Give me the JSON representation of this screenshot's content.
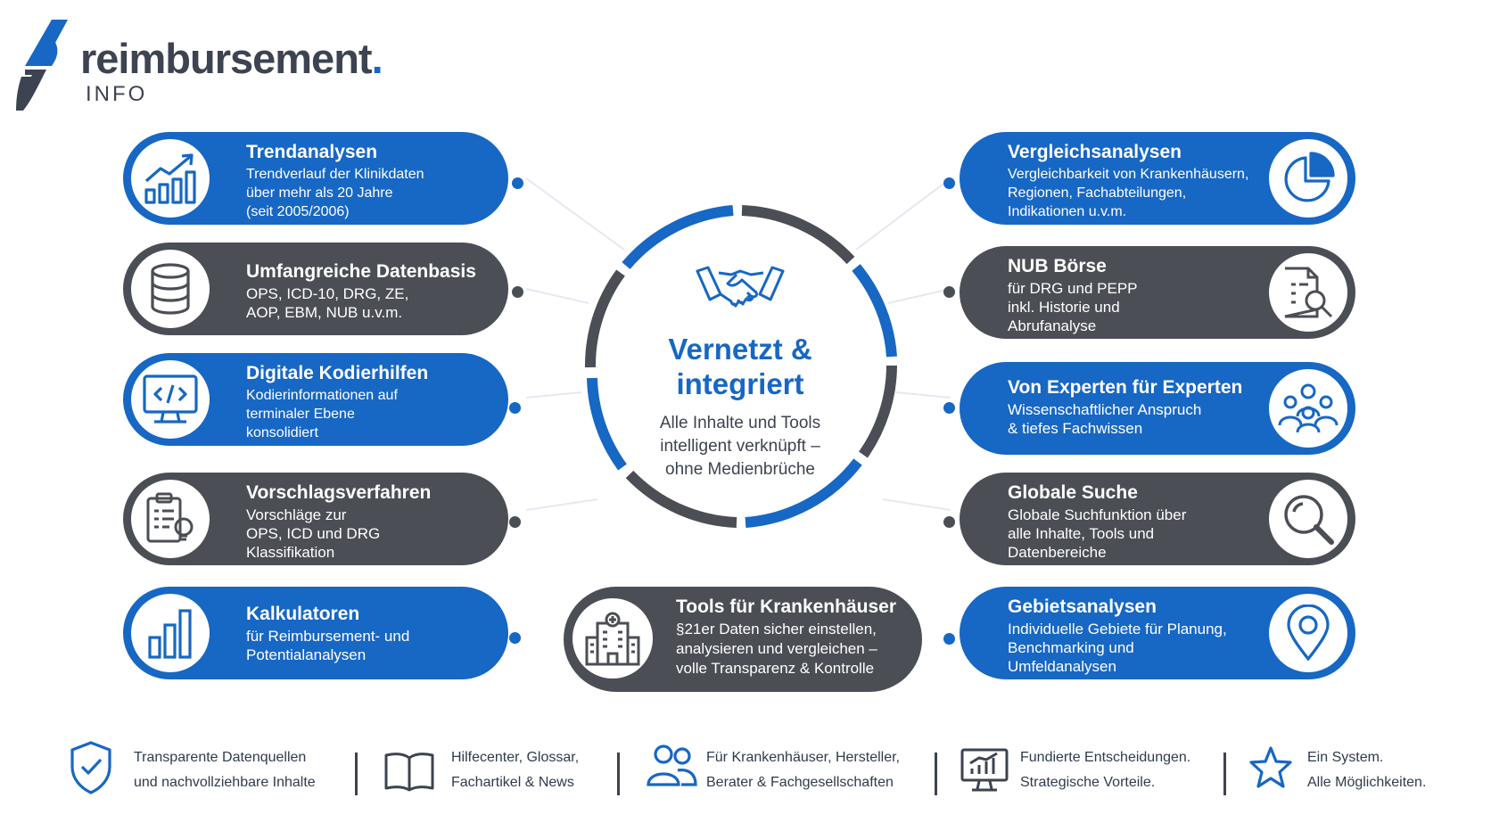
{
  "logo": {
    "name": "reimbursement",
    "dot": ".",
    "sub": "INFO"
  },
  "colors": {
    "blue": "#1767c4",
    "gray": "#4b4e55",
    "text": "#3d4350"
  },
  "center": {
    "title_line1": "Vernetzt &",
    "title_line2": "integriert",
    "sub_line1": "Alle Inhalte und Tools",
    "sub_line2": "intelligent verknüpft –",
    "sub_line3": "ohne Medienbrüche",
    "icon": "handshake-icon"
  },
  "left": [
    {
      "title": "Trendanalysen",
      "lines": [
        "Trendverlauf der Klinikdaten",
        "über mehr als 20 Jahre",
        "(seit 2005/2006)"
      ],
      "icon": "trend-chart-icon"
    },
    {
      "title": "Umfangreiche Datenbasis",
      "lines": [
        "OPS, ICD-10, DRG, ZE,",
        "AOP, EBM, NUB u.v.m."
      ],
      "icon": "database-icon"
    },
    {
      "title": "Digitale Kodierhilfen",
      "lines": [
        "Kodierinformationen auf",
        "terminaler Ebene",
        "konsolidiert"
      ],
      "icon": "code-monitor-icon"
    },
    {
      "title": "Vorschlagsverfahren",
      "lines": [
        "Vorschläge zur",
        "OPS, ICD und DRG",
        "Klassifikation"
      ],
      "icon": "clipboard-lightbulb-icon"
    },
    {
      "title": "Kalkulatoren",
      "lines": [
        "für Reimbursement- und",
        "Potentialanalysen"
      ],
      "icon": "bar-chart-icon"
    }
  ],
  "right": [
    {
      "title": "Vergleichsanalysen",
      "lines": [
        "Vergleichbarkeit von Krankenhäusern,",
        "Regionen, Fachabteilungen,",
        "Indikationen u.v.m."
      ],
      "icon": "pie-chart-icon"
    },
    {
      "title": "NUB Börse",
      "lines": [
        "für DRG und PEPP",
        "inkl. Historie und",
        "Abrufanalyse"
      ],
      "icon": "document-search-icon"
    },
    {
      "title": "Von Experten für Experten",
      "lines": [
        "Wissenschaftlicher Anspruch",
        "& tiefes Fachwissen"
      ],
      "icon": "people-group-icon"
    },
    {
      "title": "Globale Suche",
      "lines": [
        "Globale Suchfunktion über",
        "alle Inhalte, Tools und",
        "Datenbereiche"
      ],
      "icon": "magnifier-icon"
    },
    {
      "title": "Gebietsanalysen",
      "lines": [
        "Individuelle Gebiete für Planung,",
        "Benchmarking und",
        "Umfeldanalysen"
      ],
      "icon": "map-pin-icon"
    }
  ],
  "center_pill": {
    "title": "Tools für Krankenhäuser",
    "lines": [
      "§21er Daten sicher einstellen,",
      "analysieren und vergleichen –",
      "volle Transparenz & Kontrolle"
    ],
    "icon": "hospital-icon"
  },
  "footer": [
    {
      "line1": "Transparente Datenquellen",
      "line2": "und nachvollziehbare Inhalte",
      "icon": "shield-check-icon"
    },
    {
      "line1": "Hilfecenter, Glossar,",
      "line2": "Fachartikel & News",
      "icon": "book-icon"
    },
    {
      "line1": "Für Krankenhäuser, Hersteller,",
      "line2": "Berater & Fachgesellschaften",
      "icon": "users-icon"
    },
    {
      "line1": "Fundierte Entscheidungen.",
      "line2": "Strategische Vorteile.",
      "icon": "monitor-chart-icon"
    },
    {
      "line1": "Ein System.",
      "line2": "Alle Möglichkeiten.",
      "icon": "star-icon"
    }
  ]
}
